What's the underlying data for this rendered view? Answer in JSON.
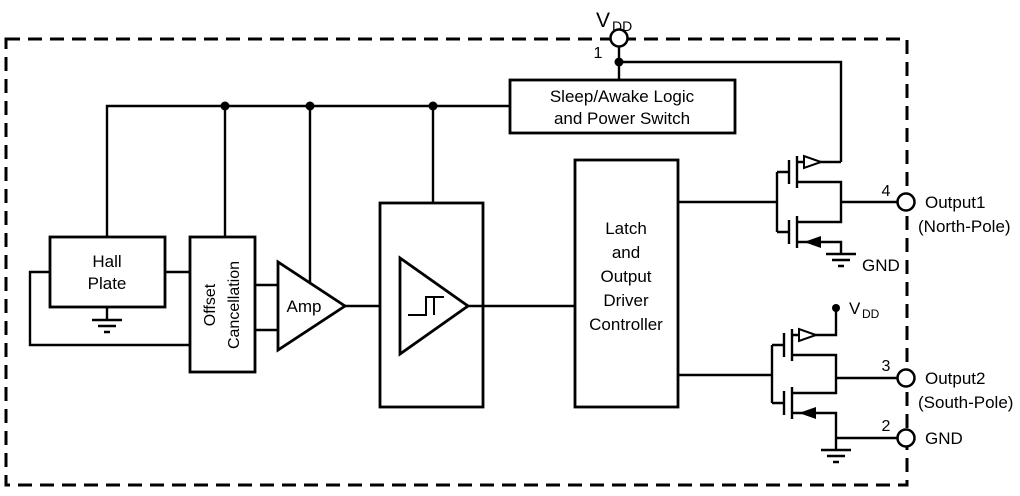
{
  "colors": {
    "line": "#000000",
    "background": "#ffffff"
  },
  "vdd_top": {
    "main": "V",
    "sub": "DD"
  },
  "pins": {
    "pin1": {
      "number": "1"
    },
    "pin2": {
      "number": "2",
      "label": "GND"
    },
    "pin3": {
      "number": "3",
      "label": "Output2",
      "sublabel": "(South-Pole)"
    },
    "pin4": {
      "number": "4",
      "label": "Output1",
      "sublabel": "(North-Pole)"
    }
  },
  "blocks": {
    "sleep_awake": {
      "line1": "Sleep/Awake Logic",
      "line2": "and Power Switch"
    },
    "hall_plate": {
      "line1": "Hall",
      "line2": "Plate"
    },
    "offset_cancellation": {
      "line1": "Offset",
      "line2": "Cancellation"
    },
    "amp": {
      "label": "Amp"
    },
    "latch": {
      "line1": "Latch",
      "line2": "and",
      "line3": "Output",
      "line4": "Driver",
      "line5": "Controller"
    }
  },
  "supply": {
    "gnd_upper": "GND",
    "vdd_mid": {
      "main": "V",
      "sub": "DD"
    }
  }
}
